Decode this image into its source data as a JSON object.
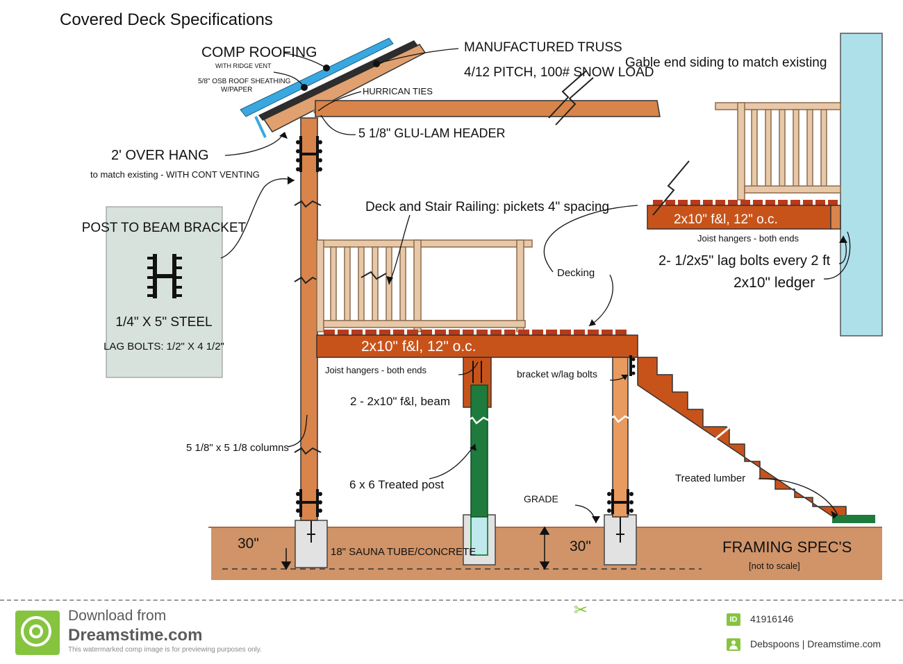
{
  "title": "Covered Deck Specifications",
  "labels": {
    "comp_roofing": "COMP ROOFING",
    "ridge_vent": "WITH RIDGE VENT",
    "osb_sheathing": "5/8\" OSB ROOF SHEATHING",
    "w_paper": "W/PAPER",
    "manufactured_truss": "MANUFACTURED TRUSS",
    "pitch_snow": "4/12 PITCH, 100# SNOW LOAD",
    "gable_end": "Gable end siding to match existing",
    "hurrican_ties": "HURRICAN TIES",
    "glulam_header": "5 1/8\" GLU-LAM HEADER",
    "overhang": "2' OVER HANG",
    "overhang_note": "to match existing - WITH CONT VENTING",
    "railing": "Deck and Stair Railing:  pickets 4\" spacing",
    "decking": "Decking",
    "joists_main": "2x10\" f&l, 12\" o.c.",
    "joist_hangers_main": "Joist hangers - both ends",
    "beam": "2 - 2x10\" f&l, beam",
    "bracket": "bracket w/lag bolts",
    "columns": "5 1/8\" x 5 1/8 columns",
    "treated_post": "6 x 6 Treated post",
    "grade": "GRADE",
    "depth_left": "30\"",
    "depth_right": "30\"",
    "sauna_tube": "18\" SAUNA TUBE/CONCRETE",
    "treated_lumber": "Treated lumber",
    "framing_spec": "FRAMING SPEC'S",
    "not_to_scale": "[not to scale]",
    "joists_upper": "2x10\" f&l, 12\" o.c.",
    "joist_hangers_upper": "Joist hangers - both ends",
    "lag_bolts": "2- 1/2x5\" lag bolts every 2 ft",
    "ledger": "2x10\" ledger"
  },
  "bracket_box": {
    "title": "POST TO BEAM BRACKET",
    "steel": "1/4\" X 5\" STEEL",
    "lag_bolts": "LAG BOLTS: 1/2\" X 4 1/2\""
  },
  "footer": {
    "download_from": "Download from",
    "site": "Dreamstime.com",
    "notice": "This watermarked comp image is for previewing purposes only.",
    "id_badge": "ID",
    "id": "41916146",
    "credit": "Debspoons | Dreamstime.com"
  },
  "colors": {
    "wood": "#d9844a",
    "wood_light": "#e7b48a",
    "joist": "#c8531a",
    "ground": "#d09468",
    "concrete": "#e2e2e2",
    "treated_post": "#1f7a3e",
    "wall": "#aee0ea",
    "bracket_box": "#d8e2dc",
    "roof_blue": "#3aa8e0",
    "brand_green": "#86c440"
  },
  "icons": {
    "logo": "dreamstime-logo-icon",
    "scissors": "scissors-icon",
    "user": "user-icon"
  }
}
